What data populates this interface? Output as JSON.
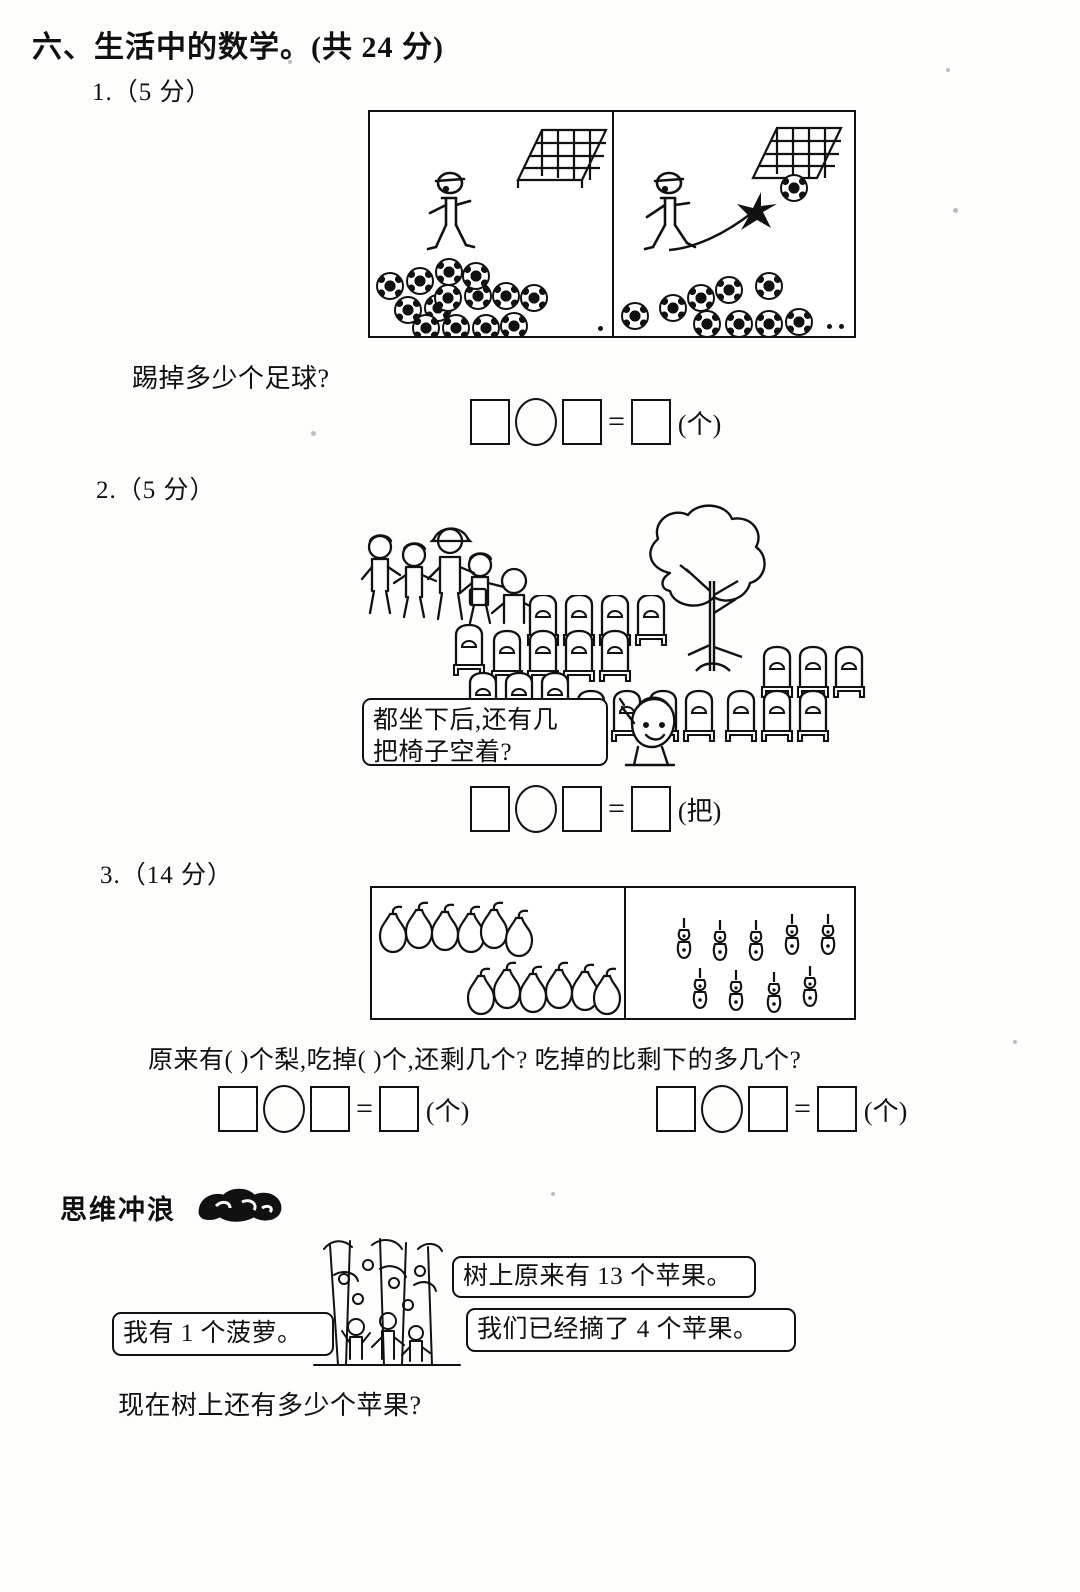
{
  "page": {
    "section_title": "六、生活中的数学。(共 24 分)",
    "background": "#fdfdfc",
    "ink_color": "#111111"
  },
  "questions": [
    {
      "number": "1.（5 分）",
      "prompt": "踢掉多少个足球?",
      "answer_unit": "(个)",
      "equals": "=",
      "illustration": {
        "type": "two-panel-soccer",
        "left_panel": {
          "balls": 14,
          "boy": 1,
          "goal": 1
        },
        "right_panel": {
          "balls": 9,
          "boy": 1,
          "goal": 1,
          "ball_in_air": 1,
          "kick_star": 1
        }
      }
    },
    {
      "number": "2.（5 分）",
      "bubble_text": "都坐下后,还有几\n把椅子空着?",
      "answer_unit": "(把)",
      "equals": "=",
      "illustration": {
        "type": "children-chairs-tree",
        "children": 6,
        "chairs_total": 22,
        "tree": 1
      }
    },
    {
      "number": "3.（14 分）",
      "prompt": "原来有(      )个梨,吃掉(      )个,还剩几个?  吃掉的比剩下的多几个?",
      "answer_unit_left": "(个)",
      "answer_unit_right": "(个)",
      "equals": "=",
      "illustration": {
        "type": "two-panel-pears",
        "left_panel": {
          "pears": 12
        },
        "right_panel": {
          "cores": 9
        }
      }
    }
  ],
  "bonus": {
    "title": "思维冲浪",
    "icon": "wave-icon",
    "bubbles": [
      {
        "name": "apples-on-tree",
        "text": "树上原来有 13 个苹果。"
      },
      {
        "name": "pineapple",
        "text": "我有 1 个菠萝。"
      },
      {
        "name": "picked-apples",
        "text": "我们已经摘了 4 个苹果。"
      }
    ],
    "question": "现在树上还有多少个苹果?"
  }
}
